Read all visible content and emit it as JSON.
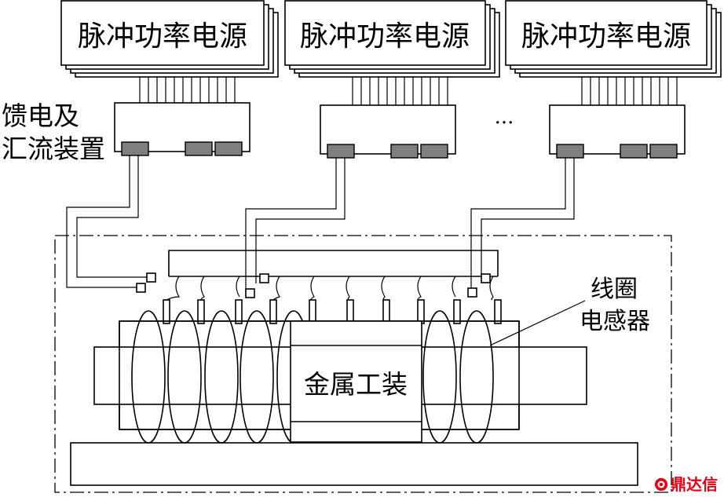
{
  "power_supplies": [
    {
      "label": "脉冲功率电源"
    },
    {
      "label": "脉冲功率电源"
    },
    {
      "label": "脉冲功率电源"
    }
  ],
  "labels": {
    "feeding_device_line1": "馈电及",
    "feeding_device_line2": "汇流装置",
    "ellipsis": "···",
    "coil_inductor_line1": "线圈",
    "coil_inductor_line2": "电感器",
    "metal_fixture": "金属工装"
  },
  "watermark": {
    "text": "鼎达信",
    "color": "#e60012"
  }
}
